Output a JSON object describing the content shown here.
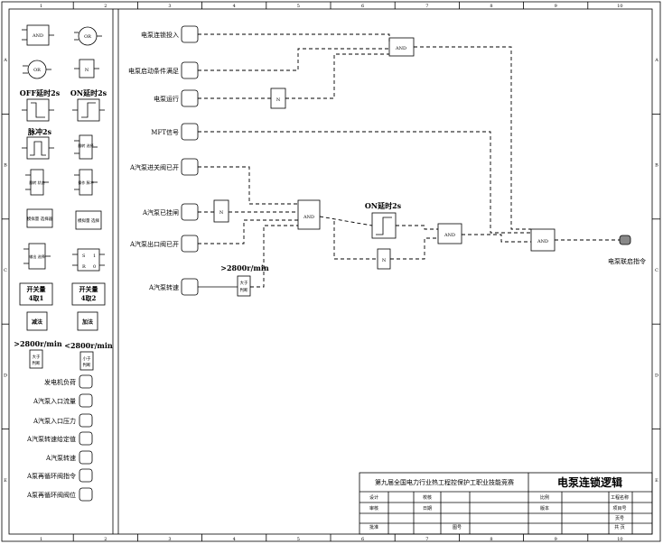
{
  "frame": {
    "col_numbers": [
      "1",
      "2",
      "3",
      "4",
      "5",
      "6",
      "7",
      "8",
      "9",
      "10"
    ],
    "row_letters": [
      "A",
      "B",
      "C",
      "D",
      "E"
    ]
  },
  "legend": {
    "and_label": "AND",
    "or_label": "OR",
    "or2_label": "OR",
    "not_label": "N",
    "off_delay": "OFF延时2s",
    "on_delay": "ON延时2s",
    "pulse": "脉冲2s",
    "block_a": "翻转 选择",
    "block_b": "翻转 状态",
    "block_c": "操作 脉冲",
    "block_d": "操作 状态",
    "block_e": "模拟量 选择器",
    "block_f": "模拟量 选择",
    "block_g": "输出 选择",
    "sr_s": "S",
    "sr_r": "R",
    "sr_1": "1",
    "sr_0": "0",
    "switch_4_1": "开关量\n4取1",
    "switch_4_2": "开关量\n4取2",
    "sub": "减法",
    "add": "加法",
    "gt_label": ">2800r/min",
    "lt_label": "<2800r/min",
    "gt_box": "大于 判断",
    "lt_box": "小于 判断",
    "signals": [
      "发电机负荷",
      "A汽泵入口流量",
      "A汽泵入口压力",
      "A汽泵转速给定值",
      "A汽泵转速",
      "A泵再循环阀指令",
      "A泵再循环阀阀位"
    ]
  },
  "diagram": {
    "inputs": [
      "电泵连锁投入",
      "电泵启动条件满足",
      "电泵运行",
      "MFT信号",
      "A汽泵进关阀已开",
      "A汽泵已挂闸",
      "A汽泵出口阀已开",
      "A汽泵转速"
    ],
    "and1": "AND",
    "and2": "AND",
    "and3": "AND",
    "and_final": "AND",
    "not1": "N",
    "not2": "N",
    "not3": "N",
    "on_delay": "ON延时2s",
    "speed_label": ">2800r/min",
    "speed_box": "大于 判断",
    "output": "电泵联启指令"
  },
  "title_block": {
    "competition": "第九届全国电力行业热工程控保护工职业技能竞赛",
    "title": "电泵连锁逻辑",
    "cells": [
      "设计",
      "审核",
      "批准",
      "校核",
      "日期",
      "图号",
      "比例",
      "版本",
      "工程名称",
      "项目号",
      "页号",
      "共 页"
    ]
  }
}
